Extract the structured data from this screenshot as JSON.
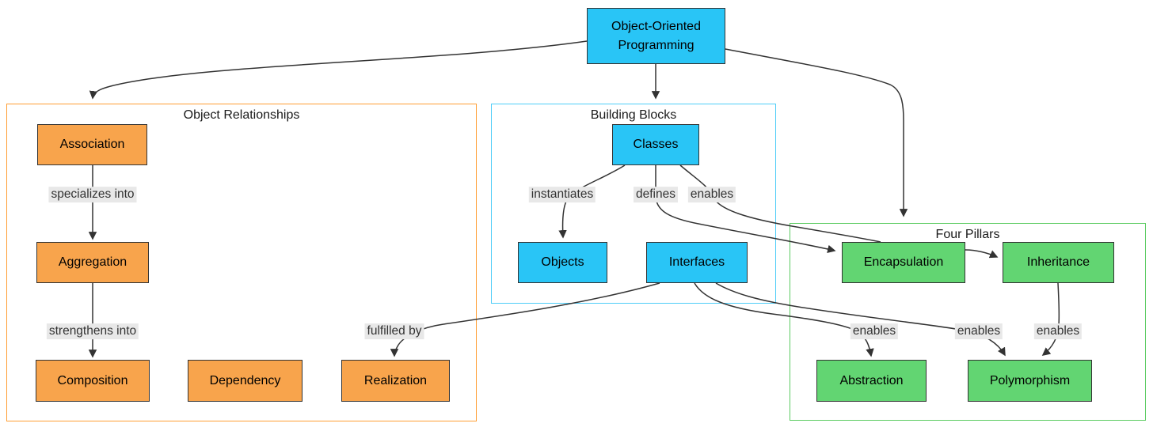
{
  "clusters": {
    "object_relationships": {
      "title": "Object Relationships"
    },
    "building_blocks": {
      "title": "Building Blocks"
    },
    "four_pillars": {
      "title": "Four Pillars"
    }
  },
  "nodes": {
    "oop": {
      "label": "Object-Oriented Programming"
    },
    "association": {
      "label": "Association"
    },
    "aggregation": {
      "label": "Aggregation"
    },
    "composition": {
      "label": "Composition"
    },
    "dependency": {
      "label": "Dependency"
    },
    "realization": {
      "label": "Realization"
    },
    "classes": {
      "label": "Classes"
    },
    "objects": {
      "label": "Objects"
    },
    "interfaces": {
      "label": "Interfaces"
    },
    "encapsulation": {
      "label": "Encapsulation"
    },
    "inheritance": {
      "label": "Inheritance"
    },
    "abstraction": {
      "label": "Abstraction"
    },
    "polymorphism": {
      "label": "Polymorphism"
    }
  },
  "edge_labels": {
    "specializes_into": "specializes into",
    "strengthens_into": "strengthens into",
    "instantiates": "instantiates",
    "defines": "defines",
    "enables_classes": "enables",
    "fulfilled_by": "fulfilled by",
    "enables_abstraction": "enables",
    "enables_polymorphism_from_interfaces": "enables",
    "enables_polymorphism_from_inheritance": "enables"
  },
  "edges": [
    {
      "from": "Object-Oriented Programming",
      "to": "Object Relationships",
      "label": ""
    },
    {
      "from": "Object-Oriented Programming",
      "to": "Building Blocks",
      "label": ""
    },
    {
      "from": "Object-Oriented Programming",
      "to": "Four Pillars",
      "label": ""
    },
    {
      "from": "Association",
      "to": "Aggregation",
      "label": "specializes into"
    },
    {
      "from": "Aggregation",
      "to": "Composition",
      "label": "strengthens into"
    },
    {
      "from": "Classes",
      "to": "Objects",
      "label": "instantiates"
    },
    {
      "from": "Classes",
      "to": "Interfaces",
      "label": "defines"
    },
    {
      "from": "Classes",
      "to": "Encapsulation",
      "label": "enables"
    },
    {
      "from": "Encapsulation",
      "to": "Inheritance",
      "label": ""
    },
    {
      "from": "Inheritance",
      "to": "Polymorphism",
      "label": "enables"
    },
    {
      "from": "Interfaces",
      "to": "Realization",
      "label": "fulfilled by"
    },
    {
      "from": "Interfaces",
      "to": "Abstraction",
      "label": "enables"
    },
    {
      "from": "Interfaces",
      "to": "Polymorphism",
      "label": "enables"
    }
  ],
  "colors": {
    "cyan_node_fill": "#29C5F6",
    "orange_node_fill": "#F8A44C",
    "green_node_fill": "#62D572",
    "node_border": "#333333",
    "edge_stroke": "#333333",
    "edge_label_background": "#E8E8E8",
    "cluster_border_orange": "#FF9E33",
    "cluster_border_cyan": "#4ECDF8",
    "cluster_border_green": "#5BCB61",
    "background": "#FFFFFF"
  }
}
